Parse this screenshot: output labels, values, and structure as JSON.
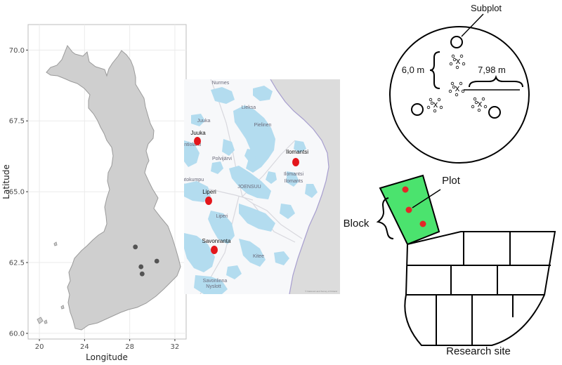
{
  "scatter_map": {
    "axes": {
      "xlabel": "Longitude",
      "ylabel": "Latitude",
      "xlim": [
        19,
        33
      ],
      "ylim": [
        59.8,
        70.9
      ],
      "xticks": [
        20,
        24,
        28,
        32
      ],
      "yticks": [
        60.0,
        62.5,
        65.0,
        67.5,
        70.0
      ],
      "ytick_labels": [
        "60.0",
        "62.5",
        "65.0",
        "67.5",
        "70.0"
      ],
      "grid": true
    },
    "points": [
      {
        "lon": 28.5,
        "lat": 63.05
      },
      {
        "lon": 29.0,
        "lat": 62.35
      },
      {
        "lon": 29.1,
        "lat": 62.1
      },
      {
        "lon": 30.4,
        "lat": 62.55
      }
    ],
    "colors": {
      "land": "#cfcfcf",
      "point": "#545454",
      "panel": "#ffffff",
      "grid": "#ebebeb"
    }
  },
  "regional_map": {
    "towns": [
      "Nurmes",
      "Lieksa",
      "Pielinen",
      "Juuka",
      "Kontiolahti",
      "JOENSUU",
      "Liperi",
      "Ilomantsi",
      "Ilomants",
      "Kitee",
      "Savonlinna",
      "Nyslott",
      "Outokumpu",
      "Polvijärvi"
    ],
    "sites": [
      "Juuka",
      "Ilomantsi",
      "Liperi",
      "Savonranta"
    ],
    "credit": "© National Land Survey of Finland",
    "colors": {
      "water": "#b3dcef",
      "land": "#f7f8fa",
      "russia": "#dcdcdc",
      "marker": "#e3161b"
    }
  },
  "diagram": {
    "subplot_label": "Subplot",
    "spacing_label": "6,0 m",
    "radius_label": "7,98 m",
    "plot_label": "Plot",
    "block_label": "Block",
    "site_label": "Research site",
    "tree_marker": "x",
    "colors": {
      "block_fill": "#4be36e",
      "plot_dot": "#e42727"
    }
  }
}
